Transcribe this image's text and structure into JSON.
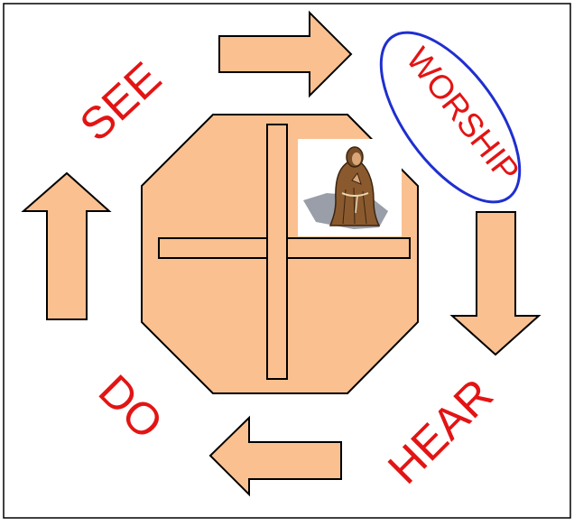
{
  "labels": {
    "see": "SEE",
    "worship": "WORSHIP",
    "hear": "HEAR",
    "do": "DO"
  },
  "colors": {
    "label_red": "#e31414",
    "shape_fill": "#fac08f",
    "outline": "#000000",
    "oval_blue": "#1f2fd0",
    "frame": "#000000",
    "background": "#ffffff"
  },
  "icons": {
    "center_image": "praying-monk-icon",
    "cross": "cross-icon"
  }
}
